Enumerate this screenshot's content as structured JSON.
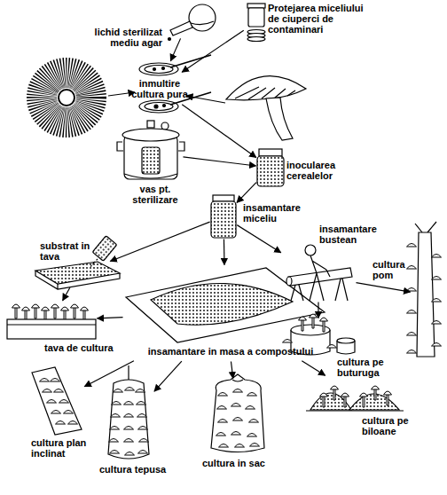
{
  "diagram": {
    "nodes": [
      {
        "text": [
          "Protejarea miceliului de ciuperci de contaminari"
        ]
      },
      {
        "text": [
          "lichid sterilizat mediu agar"
        ]
      },
      {
        "text": [
          "inmultire cultura pura"
        ]
      },
      {
        "text": [
          "vas pt. sterilizare"
        ]
      },
      {
        "text": [
          "inocularea cerealelor"
        ]
      },
      {
        "text": [
          "insamantare miceliu"
        ]
      },
      {
        "text": [
          "substrat in tava"
        ]
      },
      {
        "text": [
          "tava de cultura"
        ]
      },
      {
        "text": [
          "insamantare in masa a compostului"
        ]
      },
      {
        "text": [
          "insamantare bustean"
        ]
      },
      {
        "text": [
          "cultura pom"
        ]
      },
      {
        "text": [
          "cultura pe buturuga"
        ]
      },
      {
        "text": [
          "cultura plan inclinat"
        ]
      },
      {
        "text": [
          "cultura tepusa"
        ]
      },
      {
        "text": [
          "cultura in sac"
        ]
      },
      {
        "text": [
          "cultura pe biloane"
        ]
      }
    ],
    "edges": [
      {
        "from": 1,
        "to": 2,
        "arrow": "to"
      },
      {
        "from": 0,
        "to": 2,
        "arrow": "to"
      },
      {
        "from": 2,
        "to": 4,
        "arrow": "to"
      },
      {
        "from": 3,
        "to": 4,
        "arrow": "to"
      },
      {
        "from": 4,
        "to": 5,
        "arrow": "to"
      },
      {
        "from": 5,
        "to": 6,
        "arrow": "to"
      },
      {
        "from": 5,
        "to": 8,
        "arrow": "to"
      },
      {
        "from": 5,
        "to": 9,
        "arrow": "to"
      },
      {
        "from": 6,
        "to": 7,
        "arrow": "to"
      },
      {
        "from": 8,
        "to": 7,
        "arrow": "to"
      },
      {
        "from": 9,
        "to": 10,
        "arrow": "to"
      },
      {
        "from": 9,
        "to": 11,
        "arrow": "to"
      },
      {
        "from": 8,
        "to": 12,
        "arrow": "to"
      },
      {
        "from": 8,
        "to": 13,
        "arrow": "to"
      },
      {
        "from": 8,
        "to": 14,
        "arrow": "to"
      },
      {
        "from": 8,
        "to": 15,
        "arrow": "to"
      }
    ]
  }
}
